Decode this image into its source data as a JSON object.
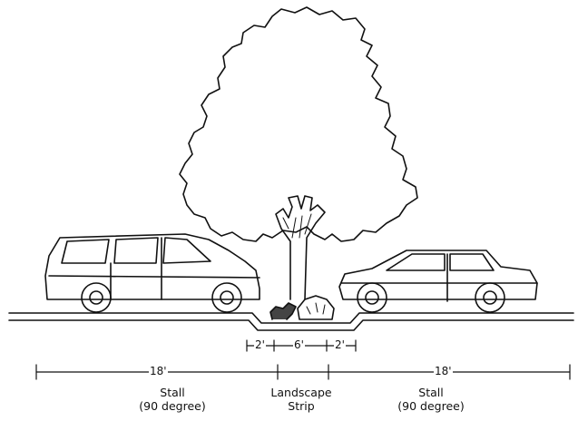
{
  "dimensions": {
    "left_stall": "18'",
    "right_stall": "18'",
    "strip_buffer_left": "2'",
    "strip_center": "6'",
    "strip_buffer_right": "2'"
  },
  "labels": {
    "left_stall_line1": "Stall",
    "left_stall_line2": "(90 degree)",
    "center_line1": "Landscape",
    "center_line2": "Strip",
    "right_stall_line1": "Stall",
    "right_stall_line2": "(90 degree)"
  }
}
